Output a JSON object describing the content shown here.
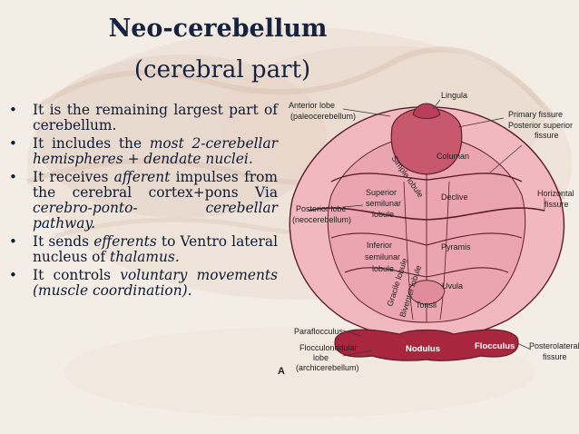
{
  "slide": {
    "title_line1": "Neo-cerebellum",
    "title_line2": "(cerebral part)"
  },
  "bullets": [
    {
      "parts": [
        {
          "t": "It is the remaining largest part of cerebellum."
        }
      ]
    },
    {
      "parts": [
        {
          "t": "It includes the "
        },
        {
          "t": "most 2-cerebellar hemispheres + dendate nuclei",
          "i": true
        },
        {
          "t": "."
        }
      ]
    },
    {
      "parts": [
        {
          "t": "It receives "
        },
        {
          "t": "afferent",
          "i": true
        },
        {
          "t": " impulses from the cerebral cortex+pons Via "
        },
        {
          "t": "cerebro-ponto- cerebellar pathway.",
          "i": true
        }
      ]
    },
    {
      "parts": [
        {
          "t": "It sends "
        },
        {
          "t": "efferents",
          "i": true
        },
        {
          "t": " to Ventro lateral nucleus of "
        },
        {
          "t": "thalamus.",
          "i": true
        }
      ]
    },
    {
      "parts": [
        {
          "t": "It controls "
        },
        {
          "t": "voluntary movements (muscle coordination).",
          "i": true
        }
      ]
    }
  ],
  "diagram": {
    "figure_letter": "A",
    "left_labels": {
      "anterior_lobe": [
        "Anterior lobe",
        "(paleocerebellum)"
      ],
      "posterior_lobe": [
        "Posterior lobe",
        "(neocerebellum)"
      ],
      "paraflocculus": "Paraflocculus",
      "flocculonodular": [
        "Flocculonodular",
        "lobe",
        "(archicerebellum)"
      ]
    },
    "right_labels": {
      "lingula": "Lingula",
      "primary_fissure": "Primary fissure",
      "posterior_superior_fissure": [
        "Posterior superior",
        "fissure"
      ],
      "horizontal_fissure": [
        "Horizontal",
        "fissure"
      ],
      "posterolateral_fissure": [
        "Posterolateral",
        "fissure"
      ]
    },
    "inner_labels": {
      "columan": "Columan",
      "simple_lobule": "Simple lobule",
      "superior_semilunar": [
        "Superior",
        "semilunar",
        "lobule"
      ],
      "declive": "Declive",
      "inferior_semilunar": [
        "Inferior",
        "semilunar",
        "lobule"
      ],
      "pyramis": "Pyramis",
      "uvula": "Uvula",
      "gracile_lobule": "Gracile lobule",
      "biventer_lobule": "Biventer lobule",
      "tonsil": "Tonsil",
      "nodulus": "Nodulus",
      "flocculus": "Flocculus"
    },
    "colors": {
      "outer": "#f2b8c0",
      "inner": "#e69aa6",
      "top": "#c8586e",
      "dark": "#a8273f",
      "outline": "#5a1f2a"
    }
  }
}
